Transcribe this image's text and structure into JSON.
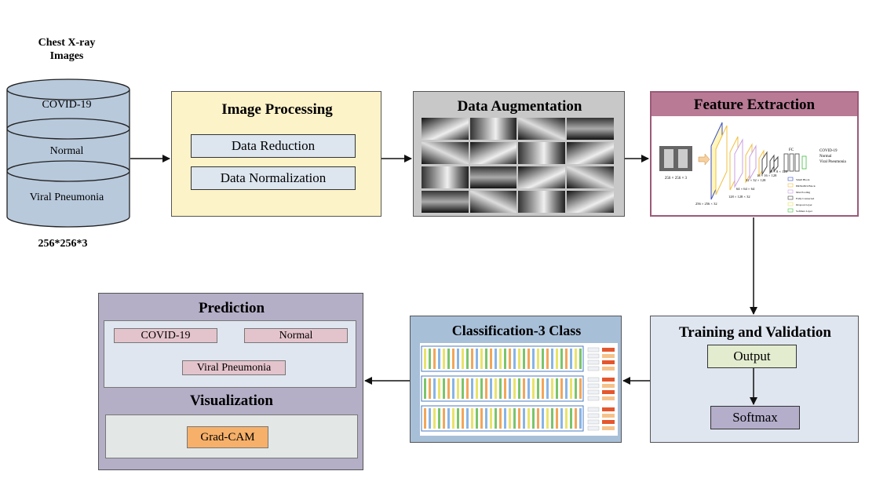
{
  "input": {
    "title": "Chest X-ray Images",
    "classes": [
      "COVID-19",
      "Normal",
      "Viral Pneumonia"
    ],
    "size": "256*256*3"
  },
  "image_processing": {
    "title": "Image Processing",
    "steps": [
      "Data Reduction",
      "Data Normalization"
    ]
  },
  "data_augmentation": {
    "title": "Data Augmentation"
  },
  "feature_extraction": {
    "title": "Feature Extraction",
    "input_size": "256 × 256 × 3",
    "layer_sizes": [
      "256 × 256 × 32",
      "128 × 128 × 32",
      "64 × 64 × 64",
      "32 × 32 × 128",
      "16 × 16 × 128",
      "8 × 8 × 128"
    ],
    "fc_label": "FC",
    "outputs": [
      "COVID-19",
      "Normal",
      "Viral Pneumonia"
    ],
    "legend": [
      "Small Block",
      "ERNGB19 Block",
      "Max Pooling",
      "Fully Connected",
      "Dropout Layer",
      "Softmax Layer"
    ]
  },
  "training": {
    "title": "Training and Validation",
    "output_label": "Output",
    "softmax_label": "Softmax"
  },
  "classification": {
    "title": "Classification-3 Class"
  },
  "prediction": {
    "title": "Prediction",
    "classes": [
      "COVID-19",
      "Normal",
      "Viral Pneumonia"
    ]
  },
  "visualization": {
    "title": "Visualization",
    "method": "Grad-CAM"
  },
  "colors": {
    "cylinder": "#b8c9dc",
    "image_processing_bg": "#fdf3c8",
    "augmentation_bg": "#c8c8c8",
    "feature_header": "#b87a95",
    "training_bg": "#dfe6f0",
    "classification_bg": "#a8bfd8",
    "prediction_bg": "#b4aec6",
    "pink_tag": "#e4c4cc",
    "output_green": "#e3eccf",
    "softmax_purple": "#b4aecb",
    "gradcam_orange": "#f6b06a"
  }
}
